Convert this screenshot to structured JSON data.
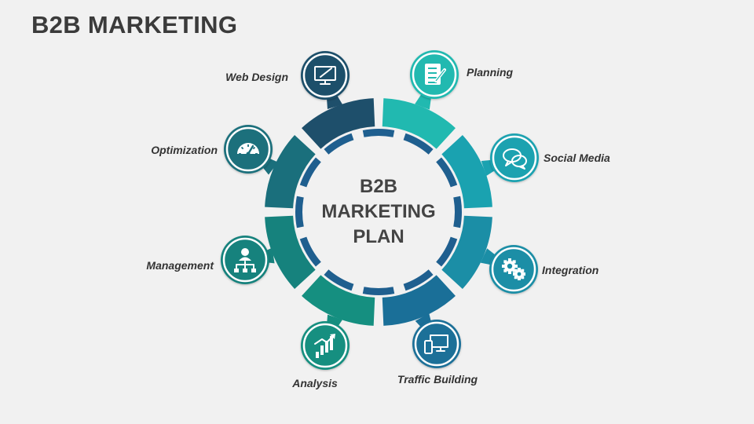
{
  "title": "B2B MARKETING",
  "center": {
    "line1": "B2B",
    "line2": "MARKETING",
    "line3": "PLAN"
  },
  "items": [
    {
      "label": "Web Design",
      "icon": "monitor-pen-icon",
      "color": "#1e4f6b"
    },
    {
      "label": "Planning",
      "icon": "document-pen-icon",
      "color": "#21b9b0"
    },
    {
      "label": "Social Media",
      "icon": "chat-bubbles-icon",
      "color": "#1aa2b0"
    },
    {
      "label": "Integration",
      "icon": "gears-icon",
      "color": "#1b8ea6"
    },
    {
      "label": "Traffic Building",
      "icon": "devices-icon",
      "color": "#1a6f98"
    },
    {
      "label": "Analysis",
      "icon": "growth-chart-icon",
      "color": "#158f80"
    },
    {
      "label": "Management",
      "icon": "org-chart-icon",
      "color": "#16827d"
    },
    {
      "label": "Optimization",
      "icon": "speedometer-icon",
      "color": "#1a6f7c"
    }
  ],
  "colors": {
    "inner_ring": "#1f5f8f",
    "icon_fill": "#ffffff",
    "text": "#333333"
  }
}
